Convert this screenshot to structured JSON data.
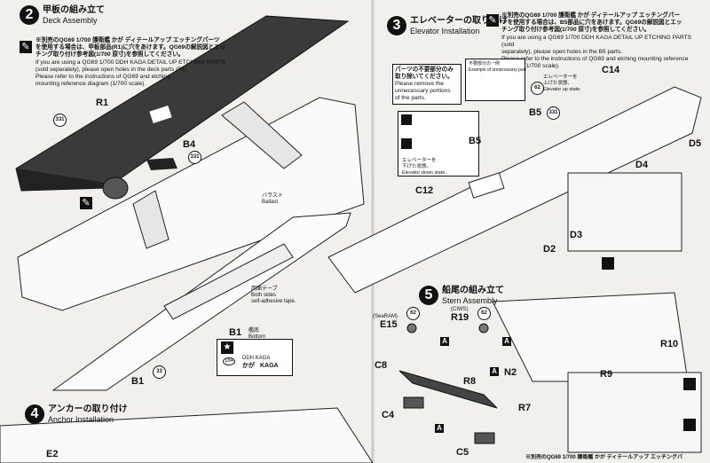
{
  "steps": {
    "deck": {
      "num": "2",
      "title_jp": "甲板の組み立て",
      "title_en": "Deck Assembly",
      "note_jp1": "※別売のQG69 1/700 護衛艦 かが ディテールアップ エッチングパーツ",
      "note_jp2": "を使用する場合は、甲板部品(R1)に穴をあけます。QG69の解説図とエッ",
      "note_jp3": "チング取り付け参考図(1/700 原寸)を参照してください。",
      "note_en1": "If you are using a QG69 1/700 DDH KAGA DETAIL UP ETCHING PARTS",
      "note_en2": "(sold separately), please open holes in the deck parts (R1).",
      "note_en3": "Please refer to the instructions of QG69 and etching",
      "note_en4": "mounting reference diagram (1/700 scale)."
    },
    "elevator": {
      "num": "3",
      "title_jp": "エレベーターの取り付け",
      "title_en": "Elevator Installation",
      "note_jp1": "※別売のQG69 1/700 護衛艦 かが ディテールアップ エッチングパー",
      "note_jp2": "ツを使用する場合は、B5部品に穴をあけます。QG69の解説図とエッ",
      "note_jp3": "チング取り付け参考図(1/700 原寸)を参照してください。",
      "note_en1": "If you are using a QG69 1/700 DDH KAGA DETAIL UP ETCHING PARTS (sold",
      "note_en2": "separately), please open holes in the B5 parts.",
      "note_en3": "Please refer to the instructions of QG69 and etching mounting reference diagram (1/700 scale)."
    },
    "stern": {
      "num": "5",
      "title_jp": "船尾の組み立て",
      "title_en": "Stern Assembly"
    },
    "anchor": {
      "num": "4",
      "title_jp": "アンカーの取り付け",
      "title_en": "Anchor Installation"
    }
  },
  "callout": {
    "jp1": "パーツの不要部分のみ",
    "jp2": "取り除いてください。",
    "en1": "Please remove the",
    "en2": "unnecessary portions",
    "en3": "of the parts.",
    "example_jp": "不要部分の一例",
    "example_en": "Example of unnecessary part"
  },
  "notes": {
    "ballast_jp": "バラスト",
    "ballast_en": "Ballast",
    "tape_jp": "両面テープ",
    "tape_en1": "Both sides",
    "tape_en2": "self-adhesive tape.",
    "elev_up_jp1": "エレベーターを",
    "elev_up_jp2": "上げた状態。",
    "elev_up_en": "Elevator up state.",
    "elev_down_jp1": "エレベーターを",
    "elev_down_jp2": "下げた状態。",
    "elev_down_en": "Elevator down state.",
    "bottom_jp": "艦底",
    "bottom_en": "Bottom",
    "plate_no": "184",
    "plate_en": "DDH KAGA",
    "plate_jp": "かが",
    "plate_en2": "KAGA",
    "seaRAM": "(SeaRAM)",
    "ciws": "(CIWS)",
    "etch_bottom": "※別売のQG69 1/700 護衛艦 かが ディテールアップ エッチングパ"
  },
  "parts": {
    "R1": "R1",
    "B4": "B4",
    "n331a": "331",
    "n331b": "331",
    "n331c": "331",
    "B1a": "B1",
    "B1b": "B1",
    "n33": "33",
    "B5a": "B5",
    "B5b": "B5",
    "n62": "62",
    "C14": "C14",
    "D5": "D5",
    "D4": "D4",
    "C12": "C12",
    "D3": "D3",
    "D2": "D2",
    "E15": "E15",
    "R19": "R19",
    "C8": "C8",
    "R8": "R8",
    "N2": "N2",
    "C4": "C4",
    "C5": "C5",
    "R7": "R7",
    "R9": "R9",
    "R10": "R10",
    "E2": "E2",
    "A": "A",
    "n62b": "62",
    "n62c": "62"
  }
}
